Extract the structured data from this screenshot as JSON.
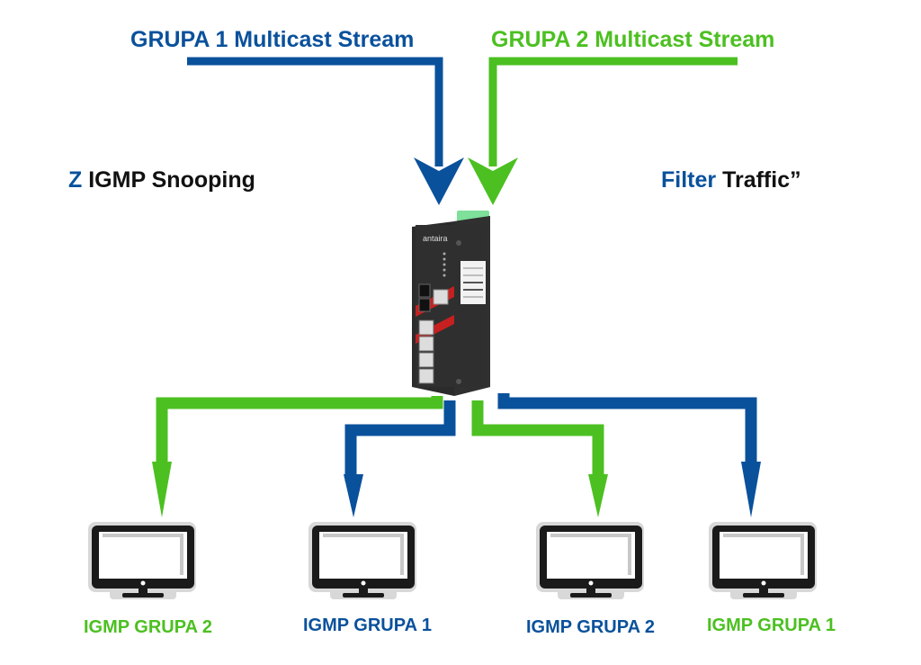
{
  "colors": {
    "group1": "#0a519c",
    "group2": "#4cc021",
    "text_dark": "#111111",
    "switch_body": "#2b2b2b",
    "switch_accent": "#c62020",
    "connector": "#7ee09a"
  },
  "streams": {
    "group1": {
      "label": "GRUPA 1 Multicast Stream"
    },
    "group2": {
      "label": "GRUPA 2 Multicast Stream"
    }
  },
  "notes": {
    "left": {
      "prefix": "Z",
      "text": "IGMP Snooping"
    },
    "right": {
      "prefix": "Filter",
      "text": "Traffic”"
    }
  },
  "switch": {
    "brand": "antaira",
    "icon": "industrial-ethernet-switch"
  },
  "clients": [
    {
      "label": "IGMP GRUPA 2",
      "label_color": "group2",
      "arrow_color": "group2",
      "icon": "monitor-icon"
    },
    {
      "label": "IGMP GRUPA 1",
      "label_color": "group1",
      "arrow_color": "group1",
      "icon": "monitor-icon"
    },
    {
      "label": "IGMP GRUPA 2",
      "label_color": "group1",
      "arrow_color": "group2",
      "icon": "monitor-icon"
    },
    {
      "label": "IGMP GRUPA 1",
      "label_color": "group2",
      "arrow_color": "group1",
      "icon": "monitor-icon"
    }
  ]
}
